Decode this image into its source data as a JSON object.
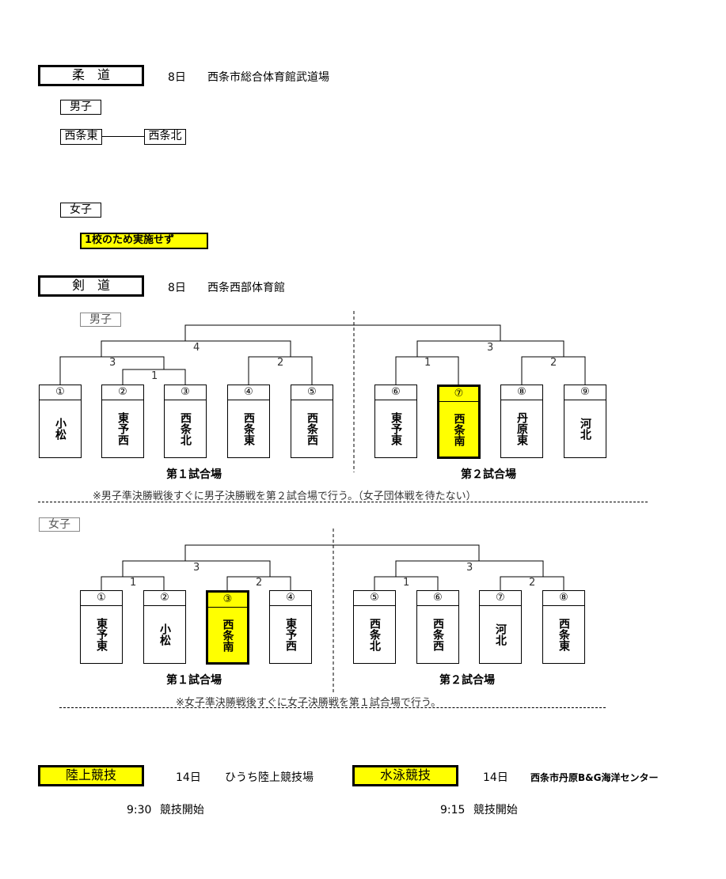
{
  "judo": {
    "title": "柔　道",
    "date": "8日",
    "venue": "西条市総合体育館武道場",
    "boys_label": "男子",
    "boys_team_a": "西条東",
    "boys_team_b": "西条北",
    "girls_label": "女子",
    "girls_note": "1校のため実施せず"
  },
  "kendo": {
    "title": "剣　道",
    "date": "8日",
    "venue": "西条西部体育館",
    "boys_label": "男子",
    "boys_teams": [
      {
        "num": "①",
        "name": "小松"
      },
      {
        "num": "②",
        "name": "東予西"
      },
      {
        "num": "③",
        "name": "西条北"
      },
      {
        "num": "④",
        "name": "西条東"
      },
      {
        "num": "⑤",
        "name": "西条西"
      },
      {
        "num": "⑥",
        "name": "東予東"
      },
      {
        "num": "⑦",
        "name": "西条南"
      },
      {
        "num": "⑧",
        "name": "丹原東"
      },
      {
        "num": "⑨",
        "name": "河北"
      }
    ],
    "boys_rounds": [
      "4",
      "3",
      "1",
      "2",
      "3",
      "1",
      "2"
    ],
    "boys_court1": "第１試合場",
    "boys_court2": "第２試合場",
    "boys_note": "※男子準決勝戦後すぐに男子決勝戦を第２試合場で行う。（女子団体戦を待たない）",
    "girls_label": "女子",
    "girls_teams": [
      {
        "num": "①",
        "name": "東予東"
      },
      {
        "num": "②",
        "name": "小松"
      },
      {
        "num": "③",
        "name": "西条南"
      },
      {
        "num": "④",
        "name": "東予西"
      },
      {
        "num": "⑤",
        "name": "西条北"
      },
      {
        "num": "⑥",
        "name": "西条西"
      },
      {
        "num": "⑦",
        "name": "河北"
      },
      {
        "num": "⑧",
        "name": "西条東"
      }
    ],
    "girls_rounds": [
      "3",
      "1",
      "2",
      "3",
      "1",
      "2"
    ],
    "girls_court1": "第１試合場",
    "girls_court2": "第２試合場",
    "girls_note": "※女子準決勝戦後すぐに女子決勝戦を第１試合場で行う。"
  },
  "athletics": {
    "title": "陸上競技",
    "date": "14日",
    "venue": "ひうち陸上競技場",
    "time": "9:30",
    "start": "競技開始"
  },
  "swimming": {
    "title": "水泳競技",
    "date": "14日",
    "venue": "西条市丹原B&G海洋センター",
    "time": "9:15",
    "start": "競技開始"
  },
  "colors": {
    "highlight": "#ffff00"
  },
  "highlight_teams": [
    "西条南"
  ]
}
